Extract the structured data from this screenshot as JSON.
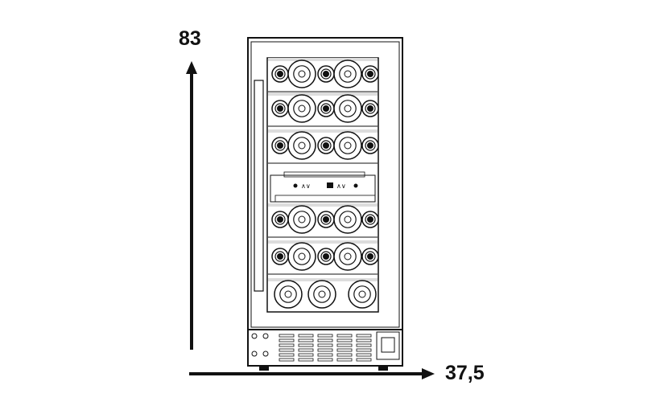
{
  "dimensions": {
    "height_label": "83",
    "width_label": "37,5"
  },
  "colors": {
    "line": "#111111",
    "shelf": "#dddddd"
  },
  "cabinet": {
    "upper_zone_rows": 3,
    "lower_zone_rows": 3
  }
}
